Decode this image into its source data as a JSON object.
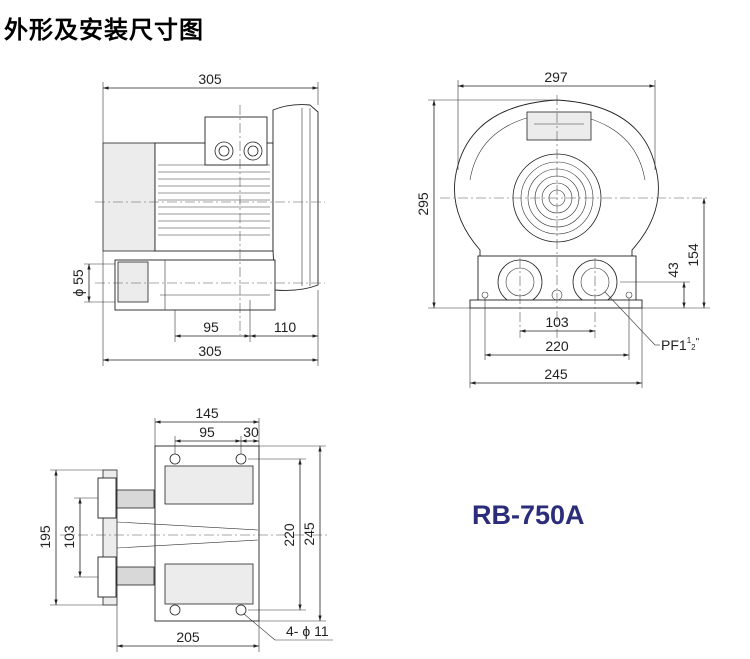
{
  "title": "外形及安装尺寸图",
  "model": "RB-750A",
  "side_view": {
    "dim_overall_top": "305",
    "dim_overall_bottom": "305",
    "dim_flange_dia": "ϕ 55",
    "dim_left_mount": "95",
    "dim_right_mount": "110"
  },
  "front_view": {
    "dim_width": "297",
    "dim_height": "295",
    "dim_center_height": "154",
    "dim_outlet_height": "43",
    "dim_port_spacing": "103",
    "dim_mount_spacing": "220",
    "dim_base_width": "245",
    "port_thread": "PF1",
    "port_thread_frac_num": "1",
    "port_thread_frac_den": "2",
    "port_thread_suffix": "\""
  },
  "base_view": {
    "dim_top_145": "145",
    "dim_top_95": "95",
    "dim_top_30": "30",
    "dim_left_195": "195",
    "dim_left_103": "103",
    "dim_right_220": "220",
    "dim_right_245": "245",
    "dim_bottom_205": "205",
    "dim_holes": "4- ϕ 11"
  }
}
